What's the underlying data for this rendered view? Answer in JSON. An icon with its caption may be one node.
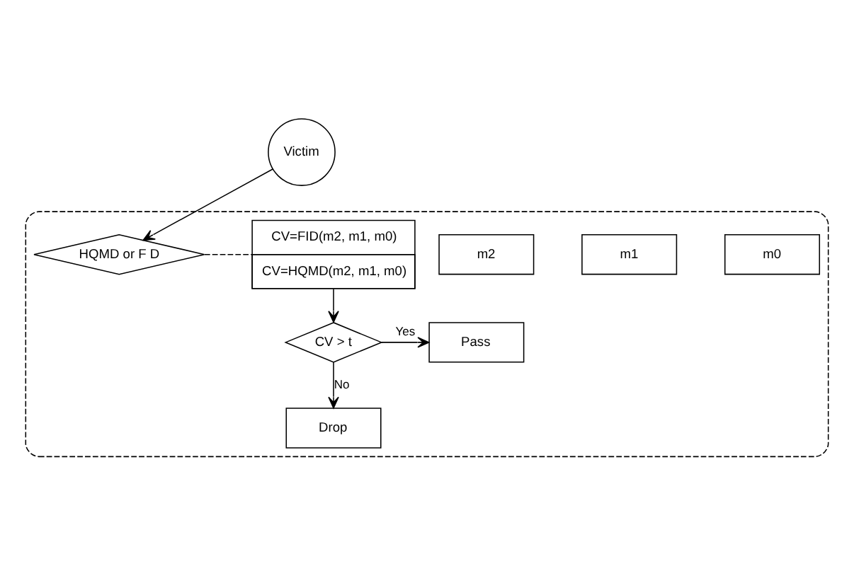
{
  "diagram": {
    "nodes": [
      {
        "text": [],
        "shape": "box"
      },
      {
        "text": [
          "Victim"
        ]
      },
      {
        "text": [
          "m2"
        ],
        "in": 0
      },
      {
        "text": [
          "m1"
        ],
        "in": 0
      },
      {
        "text": [
          "m0"
        ],
        "in": 0
      },
      {
        "text": [
          "HQMD or F D"
        ],
        "in": 0
      },
      {
        "text": [
          "CV=FID(m2, m1, m0)",
          "CV=HQMD(m2, m1, m0)"
        ],
        "in": 0
      },
      {
        "text": [
          "CV > t"
        ],
        "in": 0
      },
      {
        "text": [
          "Pass"
        ],
        "in": 0
      },
      {
        "text": [
          "Drop"
        ],
        "in": 0
      }
    ],
    "edges": [
      {
        "from": 1,
        "to": 5,
        "arrow": "to"
      },
      {
        "from": 5,
        "to": 6,
        "arrow": "none",
        "style": "dashed"
      },
      {
        "from": 6,
        "to": 7,
        "arrow": "to"
      },
      {
        "from": 7,
        "to": 8,
        "arrow": "to",
        "label": "Yes"
      },
      {
        "from": 7,
        "to": 9,
        "arrow": "to",
        "label": "No"
      }
    ]
  }
}
